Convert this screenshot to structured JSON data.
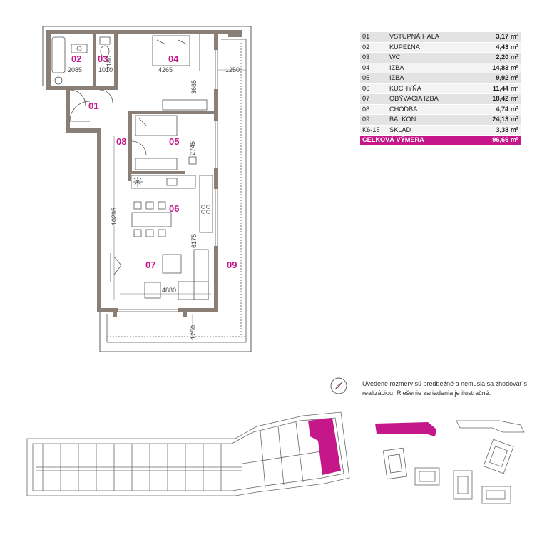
{
  "rooms": [
    {
      "no": "01",
      "name": "VSTUPNÁ HALA",
      "area": "3,17 m²"
    },
    {
      "no": "02",
      "name": "KÚPEĽŇA",
      "area": "4,43 m²"
    },
    {
      "no": "03",
      "name": "WC",
      "area": "2,20 m²"
    },
    {
      "no": "04",
      "name": "IZBA",
      "area": "14,83 m²"
    },
    {
      "no": "05",
      "name": "IZBA",
      "area": "9,92 m²"
    },
    {
      "no": "06",
      "name": "KUCHYŇA",
      "area": "11,44 m²"
    },
    {
      "no": "07",
      "name": "OBÝVACIA IZBA",
      "area": "18,42 m²"
    },
    {
      "no": "08",
      "name": "CHODBA",
      "area": "4,74 m²"
    },
    {
      "no": "09",
      "name": "BALKÓN",
      "area": "24,13 m²"
    },
    {
      "no": "K6-15",
      "name": "SKLAD",
      "area": "3,38 m²"
    }
  ],
  "total": {
    "label": "CELKOVÁ VÝMERA",
    "area": "96,66 m²"
  },
  "plan_labels": {
    "r01": "01",
    "r02": "02",
    "r03": "03",
    "r04": "04",
    "r05": "05",
    "r06": "06",
    "r07": "07",
    "r08": "08",
    "r09": "09"
  },
  "dimensions": {
    "d2085": "2085",
    "d1010": "1010",
    "d2180": "2180",
    "d4265": "4265",
    "d1250a": "1250",
    "d3665": "3665",
    "d2745": "2745",
    "d10295": "10295",
    "d6175": "6175",
    "d4880": "4880",
    "d1250b": "1250"
  },
  "note": "Uvedené rozmery sú predbežné a nemusia sa zhodovať s realizáciou. Riešenie zariadenia je ilustračné.",
  "colors": {
    "accent": "#c5178a",
    "wall": "#8a7f76",
    "line": "#555555"
  },
  "icons": {
    "compass": "north-arrow-icon",
    "stove": "cooktop-icon"
  }
}
